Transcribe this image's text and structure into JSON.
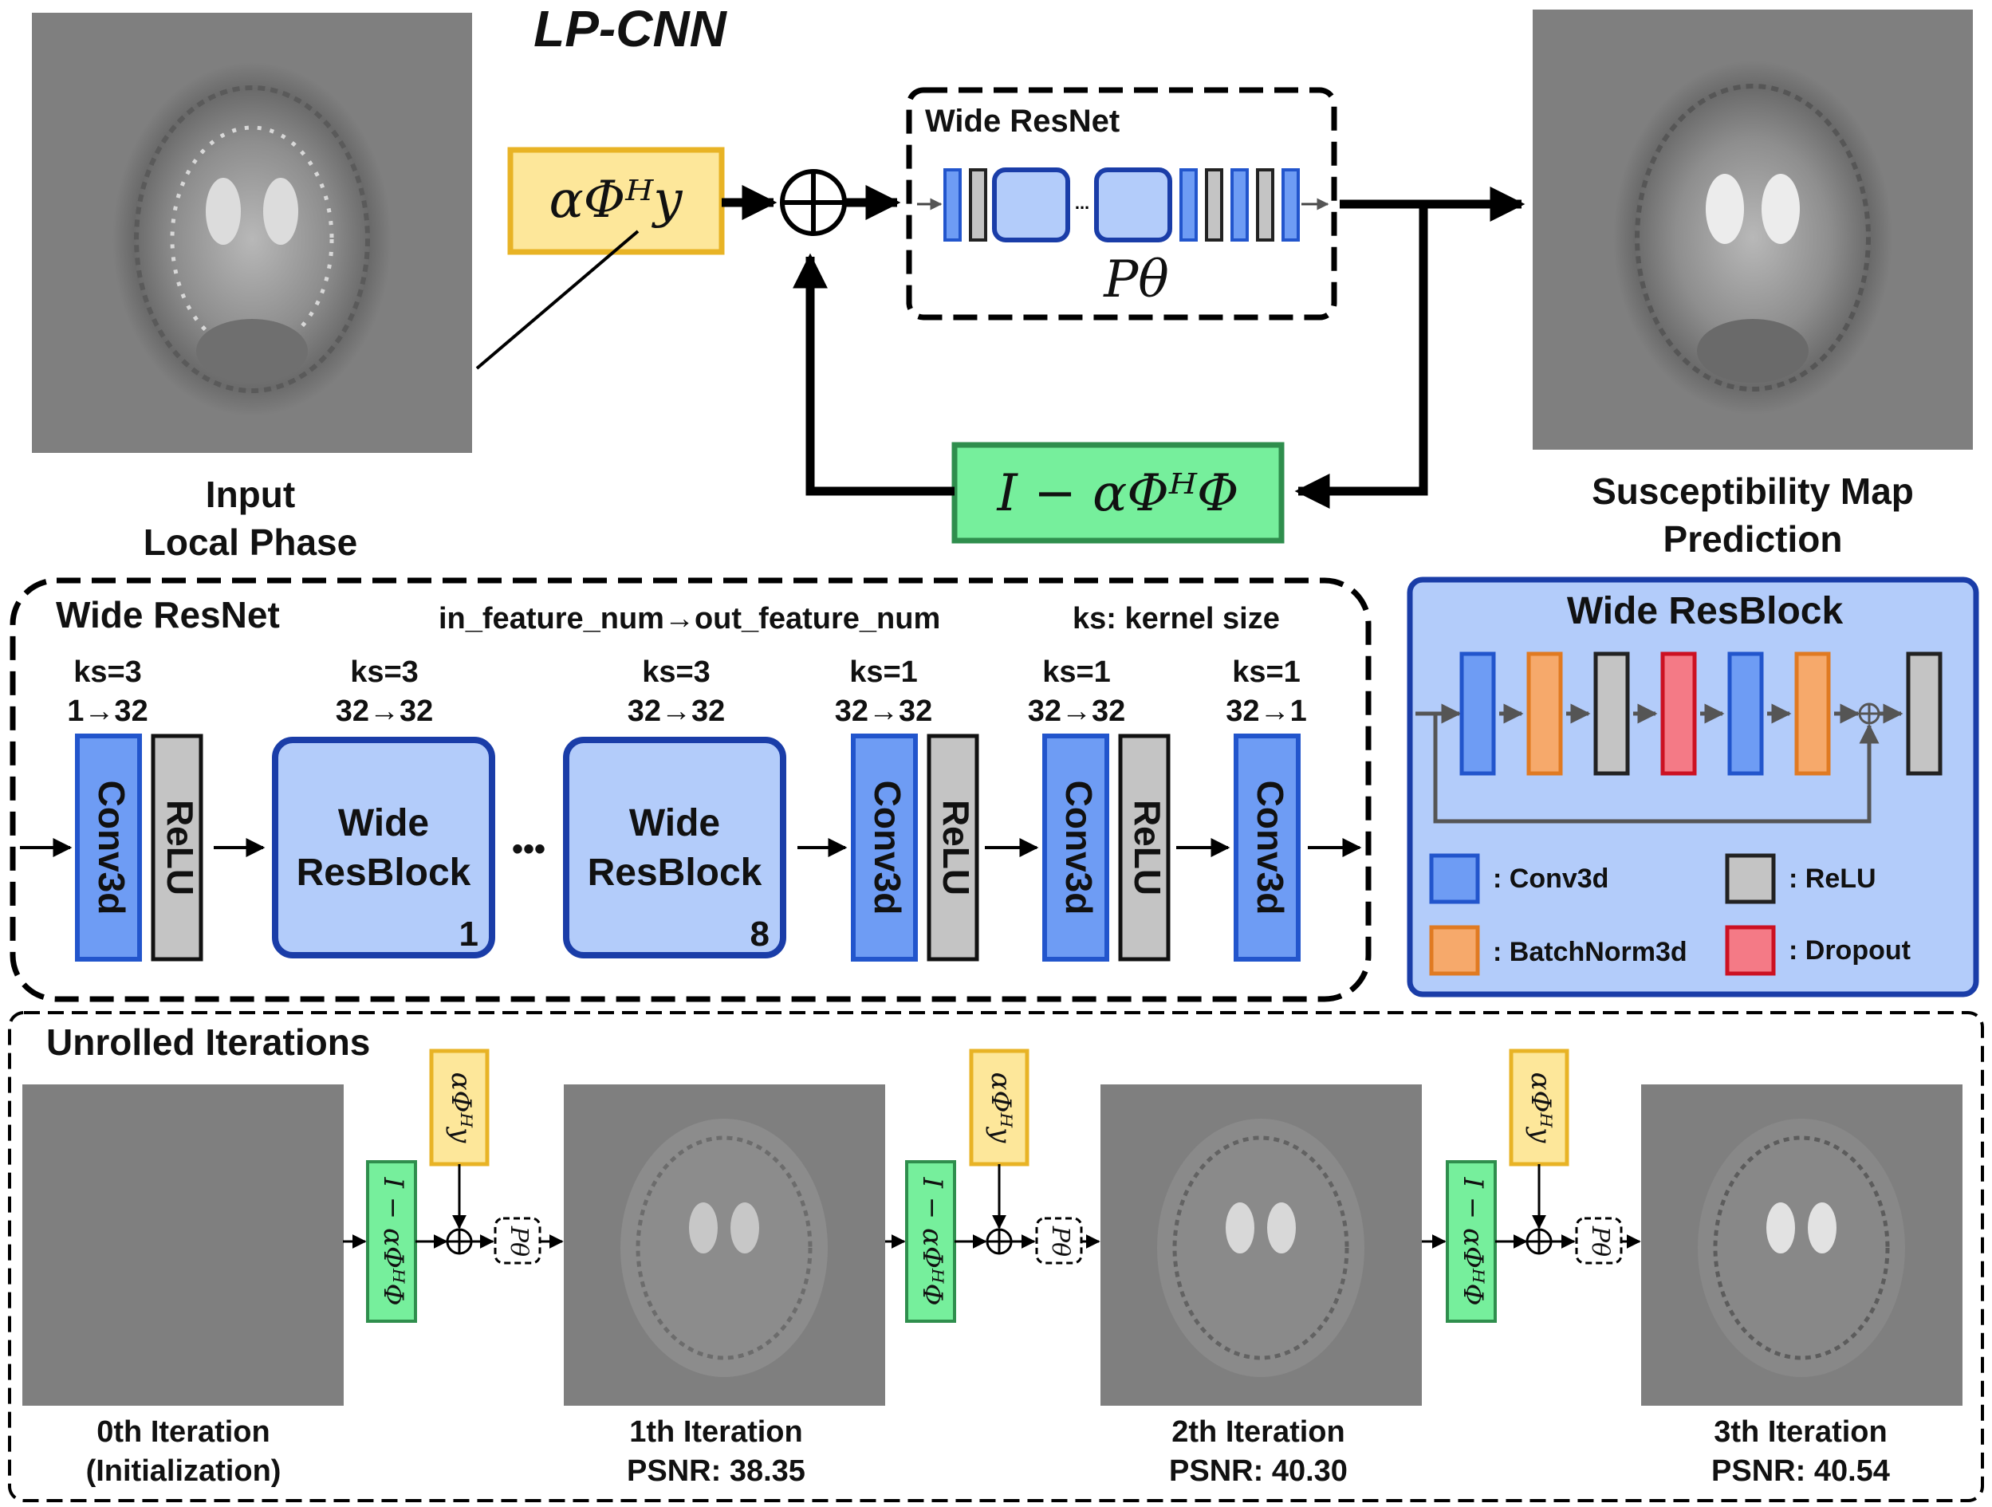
{
  "title": "LP-CNN",
  "top": {
    "input_caption_line1": "Input",
    "input_caption_line2": "Local Phase",
    "output_caption_line1": "Susceptibility Map",
    "output_caption_line2": "Prediction",
    "alpha_box": "αΦᴴy",
    "feedback_box": "I − αΦᴴΦ",
    "mini_net_title": "Wide ResNet",
    "mini_net_label": "Pθ"
  },
  "wide_resnet": {
    "title": "Wide ResNet",
    "header_note": "in_feature_num→out_feature_num",
    "ks_note": "ks: kernel size",
    "ellipsis": "•••",
    "columns": [
      {
        "ks": "ks=3",
        "feat": "1→32"
      },
      {
        "ks": "ks=3",
        "feat": "32→32"
      },
      {
        "ks": "ks=3",
        "feat": "32→32"
      },
      {
        "ks": "ks=1",
        "feat": "32→32"
      },
      {
        "ks": "ks=1",
        "feat": "32→32"
      },
      {
        "ks": "ks=1",
        "feat": "32→1"
      }
    ],
    "layers": {
      "conv": "Conv3d",
      "relu": "ReLU",
      "block_line1": "Wide",
      "block_line2": "ResBlock",
      "block1_index": "1",
      "block8_index": "8"
    }
  },
  "resblock": {
    "title": "Wide ResBlock",
    "legend": [
      {
        "label": ": Conv3d",
        "color": "#6e9cf4",
        "border": "#2255cc"
      },
      {
        "label": ": ReLU",
        "color": "#c4c4c4",
        "border": "#222222"
      },
      {
        "label": ": BatchNorm3d",
        "color": "#f6a96b",
        "border": "#e07a22"
      },
      {
        "label": ": Dropout",
        "color": "#f47a86",
        "border": "#cc1122"
      }
    ]
  },
  "unrolled": {
    "title": "Unrolled Iterations",
    "alpha_label": "αΦᴴy",
    "feedback_label": "I − αΦᴴΦ",
    "p_label": "Pθ",
    "iterations": [
      {
        "line1": "0th Iteration",
        "line2": "(Initialization)"
      },
      {
        "line1": "1th Iteration",
        "line2": "PSNR: 38.35"
      },
      {
        "line1": "2th Iteration",
        "line2": "PSNR: 40.30"
      },
      {
        "line1": "3th Iteration",
        "line2": "PSNR: 40.54"
      }
    ]
  },
  "colors": {
    "conv": "#6e9cf4",
    "conv_border": "#2255cc",
    "block": "#b3ccfa",
    "block_border": "#1a3da8",
    "relu": "#c4c4c4",
    "alpha_fill": "#fde79a",
    "alpha_border": "#e8b325",
    "feedback_fill": "#76ef9c",
    "feedback_border": "#2f8e4d",
    "image_bg": "#7f7f7f"
  }
}
